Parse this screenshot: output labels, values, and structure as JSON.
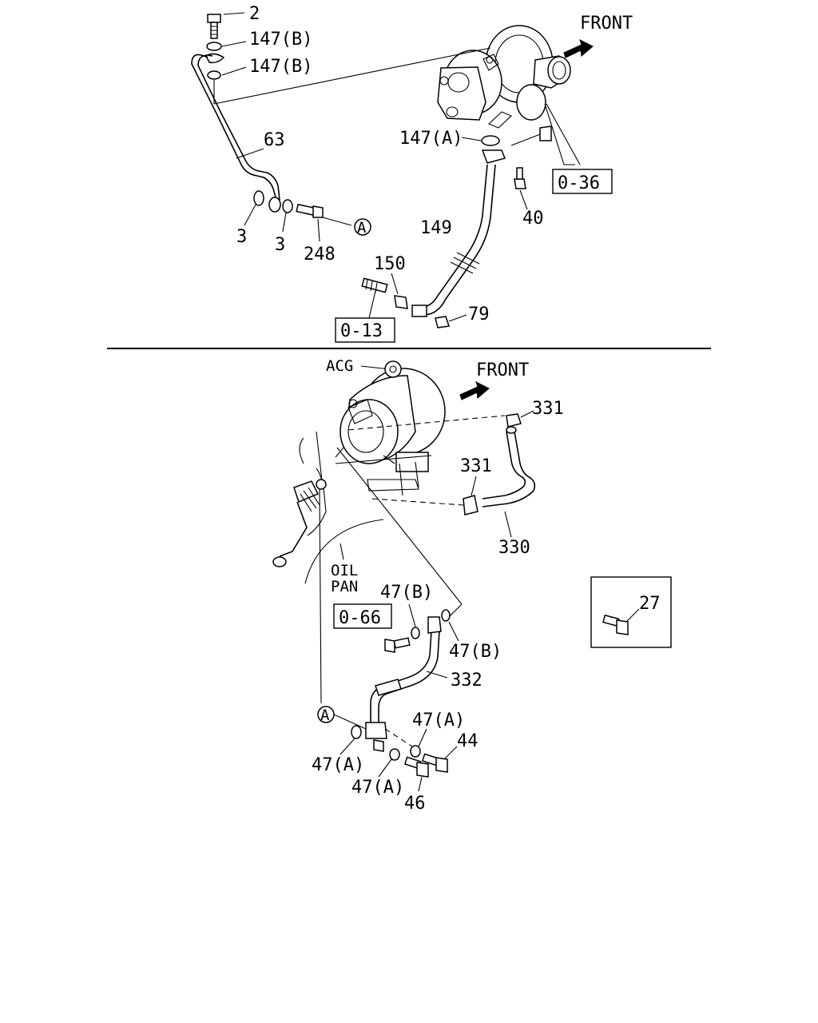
{
  "upper_assembly": {
    "direction_label": "FRONT",
    "callouts": {
      "c2": "2",
      "c147b_1": "147(B)",
      "c147b_2": "147(B)",
      "c63": "63",
      "c3_left": "3",
      "c3_right": "3",
      "c248": "248",
      "ref_a": "A",
      "c147a": "147(A)",
      "c40": "40",
      "c149": "149",
      "c150": "150",
      "c79": "79",
      "ref_036": "0-36",
      "ref_013": "0-13"
    }
  },
  "lower_assembly": {
    "direction_label": "FRONT",
    "component_label": "ACG",
    "oil_pan_line1": "OIL",
    "oil_pan_line2": "PAN",
    "callouts": {
      "c331_top": "331",
      "c331_mid": "331",
      "c330": "330",
      "c47b_left": "47(B)",
      "c47b_right": "47(B)",
      "ref_066": "0-66",
      "c332": "332",
      "ref_a": "A",
      "c47a_upper": "47(A)",
      "c44": "44",
      "c47a_left": "47(A)",
      "c47a_bottom": "47(A)",
      "c46": "46"
    }
  },
  "inset": {
    "callout": "27"
  }
}
